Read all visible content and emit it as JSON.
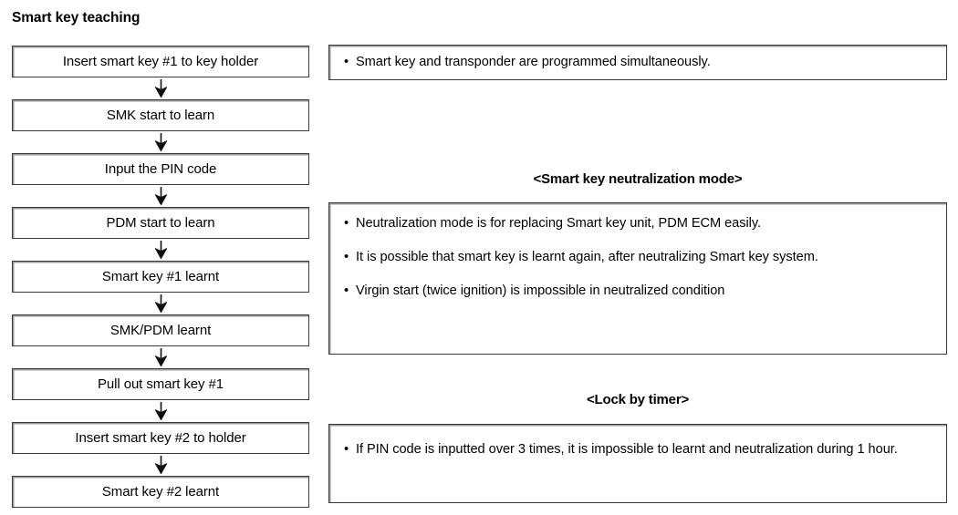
{
  "title": "Smart key teaching",
  "flow": {
    "steps": [
      {
        "label": "Insert smart key #1 to key holder"
      },
      {
        "label": "SMK start to learn"
      },
      {
        "label": "Input the PIN code"
      },
      {
        "label": "PDM start to learn"
      },
      {
        "label": "Smart key #1 learnt"
      },
      {
        "label": "SMK/PDM learnt"
      },
      {
        "label": "Pull out smart key #1"
      },
      {
        "label": "Insert smart key #2 to holder"
      },
      {
        "label": "Smart key #2 learnt"
      }
    ],
    "arrow_icon": "arrow-down-icon"
  },
  "notes": {
    "simultaneous": {
      "bullet": "•",
      "items": [
        "Smart key and transponder are programmed simultaneously."
      ]
    },
    "neutralization": {
      "heading": "<Smart key neutralization mode>",
      "bullet": "•",
      "items": [
        "Neutralization mode is for replacing Smart key unit, PDM ECM easily.",
        "It is possible that smart key is learnt again, after neutralizing Smart key system.",
        "Virgin start (twice ignition) is impossible in neutralized condition"
      ]
    },
    "lock_by_timer": {
      "heading": "<Lock by timer>",
      "bullet": "•",
      "items": [
        "If PIN code is inputted over 3 times, it is impossible to learnt and neutralization during 1 hour."
      ]
    }
  },
  "colors": {
    "border": "#3a3a3a",
    "shadow": "#9a9a9a",
    "text": "#000000",
    "background": "#ffffff"
  }
}
